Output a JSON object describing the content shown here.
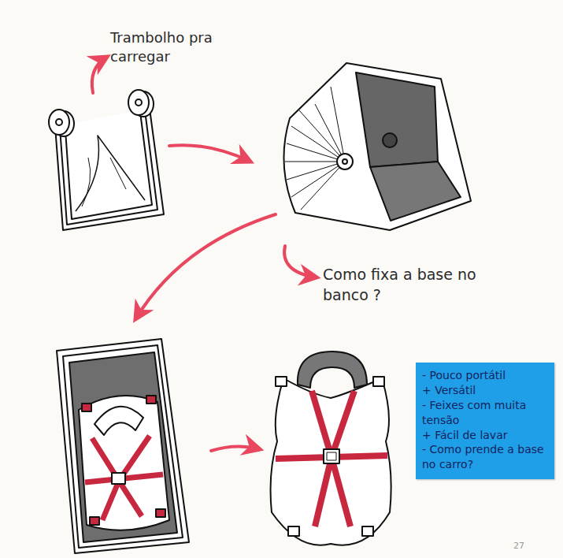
{
  "diagram": {
    "nodes": [
      {
        "text": [
          "- Pouco portátil",
          "+ Versátil",
          "- Feixes com muita tensão",
          "+ Fácil de lavar",
          "- Como prende a base no carro?"
        ]
      }
    ],
    "labels": [
      "Trambolho pra carregar",
      "Como fixa a base no banco ?",
      "27"
    ]
  }
}
